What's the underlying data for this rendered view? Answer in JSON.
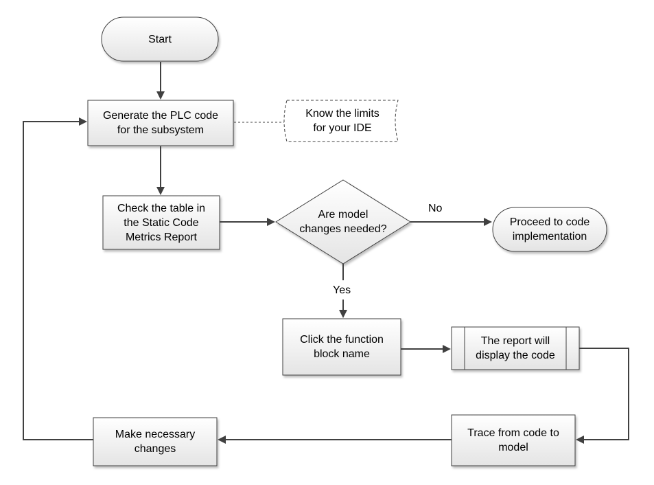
{
  "diagram": {
    "start": "Start",
    "generate": "Generate the PLC code\nfor the subsystem",
    "note": "Know the limits\nfor your IDE",
    "check": "Check the table in\nthe Static Code\nMetrics Report",
    "decision": "Are model\nchanges needed?",
    "proceed": "Proceed to code\nimplementation",
    "label_no": "No",
    "label_yes": "Yes",
    "click": "Click the function\nblock name",
    "report": "The report will\ndisplay the code",
    "trace": "Trace from code to\nmodel",
    "make": "Make necessary\nchanges"
  },
  "colors": {
    "box_fill_top": "#ffffff",
    "box_fill_bottom": "#e6e6e6",
    "stroke": "#404040",
    "line": "#404040"
  }
}
